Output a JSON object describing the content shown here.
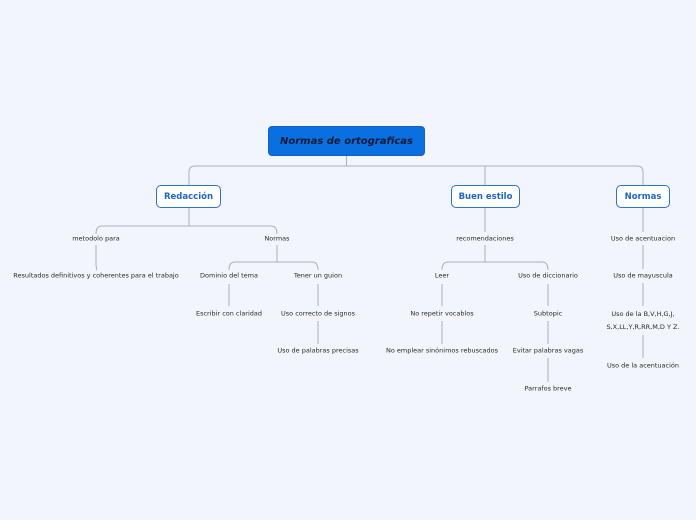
{
  "root": {
    "label": "Normas de ortograficas"
  },
  "branches": {
    "redaccion": {
      "label": "Redacción",
      "metodolo": "metodolo para",
      "resultados": "Resultados definitivos y coherentes para el trabajo",
      "normas": "Normas",
      "dominio": "Dominio del tema",
      "escribir": "Escribir con claridad",
      "tener": "Tener un guion",
      "uso_signos": "Uso correcto de signos",
      "uso_palabras": "Uso de palabras precisas"
    },
    "buen_estilo": {
      "label": "Buen estilo",
      "recomendaciones": "recomendaciones",
      "leer": "Leer",
      "no_repetir": "No repetir vocablos",
      "no_emplear": "No emplear sinónimos rebuscados",
      "diccionario": "Uso de diccionario",
      "subtopic": "Subtopic",
      "evitar": "Evitar palabras vagas",
      "parrafos": "Parrafos breve"
    },
    "normas": {
      "label": "Normas",
      "acentuacion": "Uso de acentuacion",
      "mayuscula": "Uso de mayuscula",
      "letras_1": "Uso de la B,V,H,G,J,",
      "letras_2": "S,X,LL,Y,R,RR,M,D Y Z.",
      "acentuacion2": "Uso de la acentuación"
    }
  }
}
